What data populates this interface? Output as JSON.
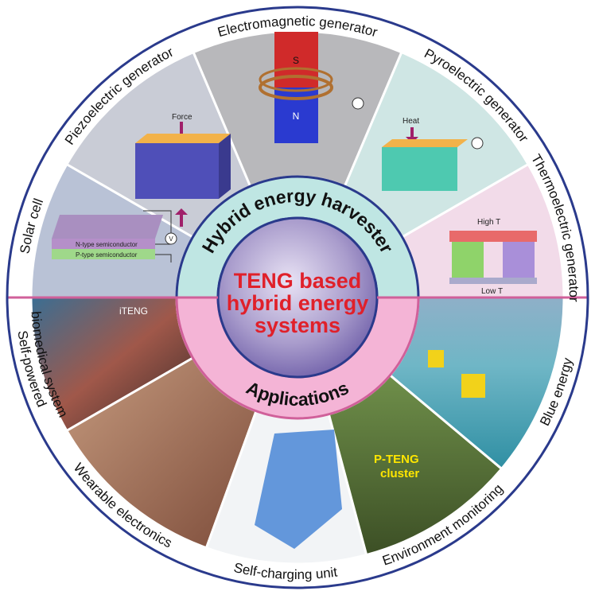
{
  "title_center": [
    "TENG based",
    "hybrid energy",
    "systems"
  ],
  "ring_top": "Hybrid energy harvester",
  "ring_bottom": "Applications",
  "harvesters": [
    {
      "label": "Solar cell",
      "color": "#b9c2d6"
    },
    {
      "label": "Piezoelectric generator",
      "color": "#c9ccd6"
    },
    {
      "label": "Electromagnetic generator",
      "color": "#b8b8bb"
    },
    {
      "label": "Pyroelectric generator",
      "color": "#cfe6e4"
    },
    {
      "label": "Thermoelectric generator",
      "color": "#f2dbe9"
    }
  ],
  "applications": [
    {
      "label": [
        "Self-powered",
        "biomedical system"
      ],
      "color": "#7a4a3a"
    },
    {
      "label": [
        "Wearable electronics"
      ],
      "color": "#b5836a"
    },
    {
      "label": [
        "Self-charging unit"
      ],
      "color": "#f2f4f6"
    },
    {
      "label": [
        "Environment monitoring"
      ],
      "color": "#5d7a3c"
    },
    {
      "label": [
        "Blue energy"
      ],
      "color": "#5aa3b3"
    }
  ],
  "illustration_text": {
    "force": "Force",
    "magnet_s": "S",
    "magnet_n": "N",
    "heat": "Heat",
    "high_t": "High T",
    "low_t": "Low T",
    "n_type": "N-type semiconductor",
    "p_type": "P-type semiconductor",
    "voltmeter": "V",
    "iteng": "iTENG",
    "pteng": [
      "P-TENG",
      "cluster"
    ]
  },
  "colors": {
    "outline_blue": "#2a3a8c",
    "outline_pink": "#d0609a",
    "ring_teal": "#bfe6e3",
    "ring_pink": "#f4b4d6",
    "center_text": "#e0202a"
  }
}
